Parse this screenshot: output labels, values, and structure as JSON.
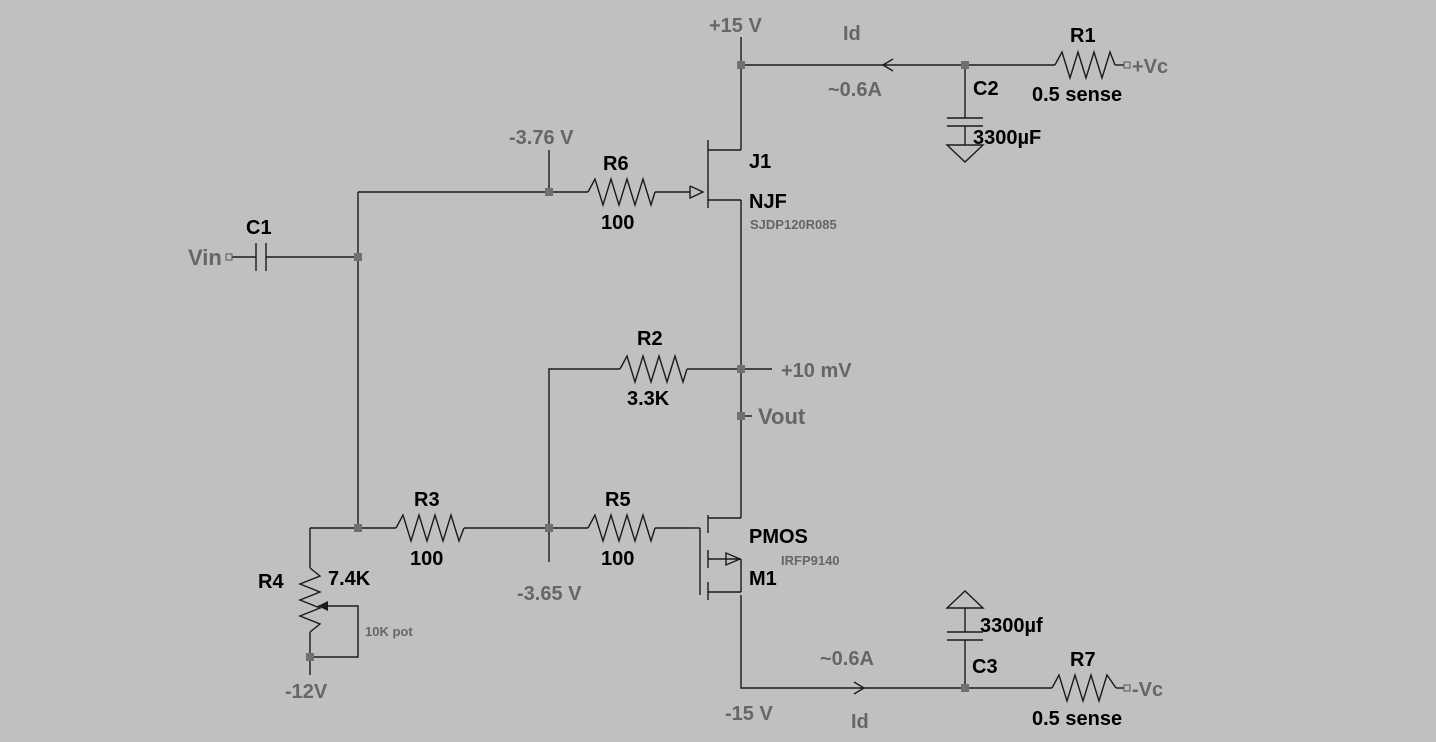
{
  "supply": {
    "pos_rail": "+15 V",
    "neg_rail": "-15 V",
    "neg_bias": "-12V"
  },
  "nodes": {
    "gate_j1": "-3.76 V",
    "gate_m1": "-3.65 V",
    "output_dc": "+10 mV"
  },
  "ports": {
    "vin": "Vin",
    "vout": "Vout",
    "pos_vc": "+Vc",
    "neg_vc": "-Vc"
  },
  "currents": {
    "top_label": "Id",
    "top_value": "~0.6A",
    "bottom_label": "Id",
    "bottom_value": "~0.6A"
  },
  "components": {
    "C1": {
      "ref": "C1"
    },
    "C2": {
      "ref": "C2",
      "value": "3300µF"
    },
    "C3": {
      "ref": "C3",
      "value": "3300µf"
    },
    "R1": {
      "ref": "R1",
      "value": "0.5 sense"
    },
    "R2": {
      "ref": "R2",
      "value": "3.3K"
    },
    "R3": {
      "ref": "R3",
      "value": "100"
    },
    "R4": {
      "ref": "R4",
      "value": "7.4K",
      "note": "10K pot"
    },
    "R5": {
      "ref": "R5",
      "value": "100"
    },
    "R6": {
      "ref": "R6",
      "value": "100"
    },
    "R7": {
      "ref": "R7",
      "value": "0.5 sense"
    },
    "J1": {
      "ref": "J1",
      "type": "NJF",
      "part": "SJDP120R085"
    },
    "M1": {
      "ref": "M1",
      "type": "PMOS",
      "part": "IRFP9140"
    }
  }
}
